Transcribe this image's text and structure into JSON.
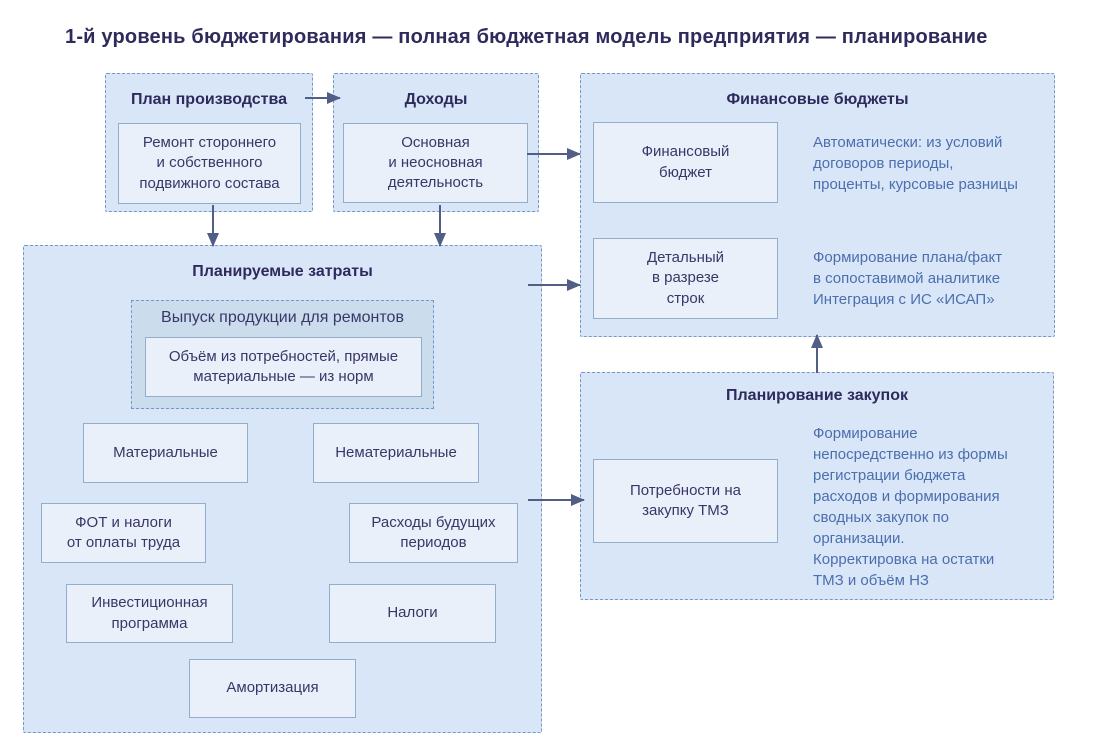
{
  "title": "1-й уровень бюджетирования — полная бюджетная модель предприятия — планирование",
  "production_plan": {
    "header": "План производства",
    "item": "Ремонт стороннего\nи собственного\nподвижного состава"
  },
  "income": {
    "header": "Доходы",
    "item": "Основная\nи неосновная\nдеятельность"
  },
  "financial_budgets": {
    "header": "Финансовые бюджеты",
    "items": [
      {
        "label": "Финансовый\nбюджет",
        "note": "Автоматически: из условий\nдоговоров периоды,\nпроценты, курсовые разницы"
      },
      {
        "label": "Детальный\nв разрезе\nстрок",
        "note": "Формирование плана/факт\nв сопоставимой аналитике\nИнтеграция с ИС «ИСАП»"
      }
    ]
  },
  "planned_costs": {
    "header": "Планируемые затраты",
    "output_group": {
      "header": "Выпуск продукции для ремонтов",
      "item": "Объём из потребностей, прямые\nматериальные — из норм"
    },
    "items": [
      "Материальные",
      "Нематериальные",
      "ФОТ и налоги\nот оплаты труда",
      "Расходы будущих\nпериодов",
      "Инвестиционная\nпрограмма",
      "Налоги",
      "Амортизация"
    ]
  },
  "procurement": {
    "header": "Планирование закупок",
    "item": "Потребности на\nзакупку ТМЗ",
    "note": "Формирование\nнепосредственно из формы\nрегистрации бюджета\nрасходов и формирования\nсводных закупок по\nорганизации.\nКорректировка на остатки\nТМЗ и объём НЗ"
  },
  "colors": {
    "group-fill": "#d9e6f8",
    "sub-fill": "#cbdcec",
    "item-fill": "#eaf0f9",
    "item-border": "#93aecd",
    "dash": "#7499c7",
    "header": "#2e2b5c",
    "body": "#3a3668",
    "note": "#4b6fae",
    "arrow": "#515f86"
  }
}
